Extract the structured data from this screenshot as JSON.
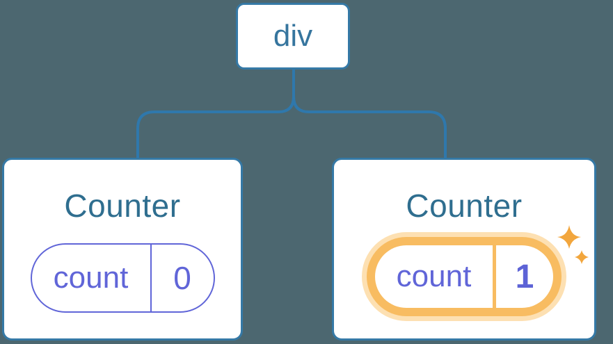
{
  "diagram": {
    "description": "React component tree diagram: a div root element with two Counter component children, each holding a count state pill",
    "background_color": "#4C6770",
    "root": {
      "label": "div"
    },
    "children": [
      {
        "title": "Counter",
        "state": {
          "name": "count",
          "value": "0"
        },
        "highlighted": false
      },
      {
        "title": "Counter",
        "state": {
          "name": "count",
          "value": "1"
        },
        "highlighted": true
      }
    ],
    "colors": {
      "card_background": "#FFFFFF",
      "card_border": "#3579A6",
      "connector_line": "#2F78AC",
      "root_label_text": "#36759E",
      "component_title_text": "#2F6E8F",
      "state_purple": "#6065D8",
      "state_value_bold_purple": "#5D63D6",
      "highlight_orange": "#F8BC61",
      "highlight_glow": "#FDE0B2",
      "sparkle_orange": "#F2A63D"
    },
    "icons": {
      "sparkle": "sparkle-icon (4-point star, appears twice: large and small)"
    }
  }
}
